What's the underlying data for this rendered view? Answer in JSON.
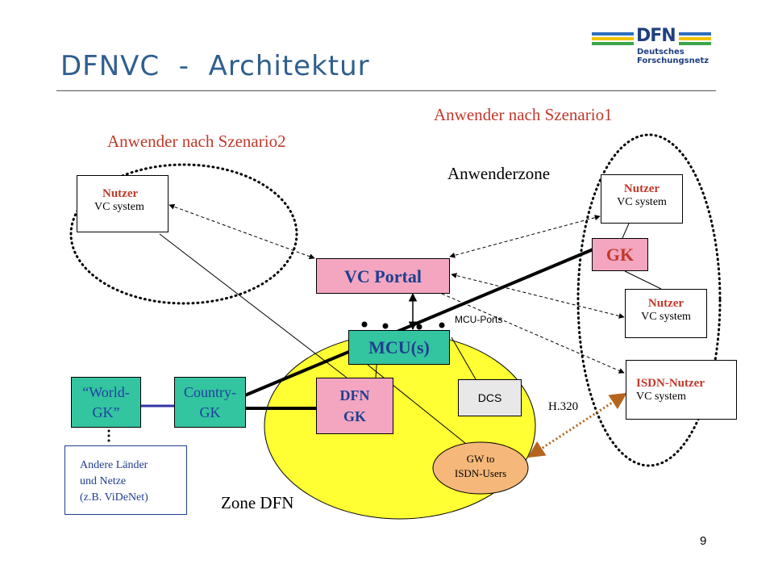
{
  "title": "DFNVC  -  Architektur",
  "logo": {
    "brand": "DFN",
    "line1": "Deutsches",
    "line2": "Forschungsnetz"
  },
  "labels": {
    "szenario1": "Anwender nach Szenario1",
    "szenario2": "Anwender nach Szenario2",
    "anwenderzone": "Anwenderzone",
    "zone_dfn": "Zone DFN",
    "mcu_ports": "MCU-Ports",
    "h320": "H.320"
  },
  "nodes": {
    "nutzer_left": {
      "title": "Nutzer",
      "subtitle": "VC system"
    },
    "nutzer_right_top": {
      "title": "Nutzer",
      "subtitle": "VC system"
    },
    "nutzer_right_mid": {
      "title": "Nutzer",
      "subtitle": "VC system"
    },
    "isdn_nutzer": {
      "title": "ISDN-Nutzer",
      "subtitle": "VC system"
    },
    "gk": "GK",
    "vc_portal": "VC Portal",
    "mcu": "MCU(s)",
    "dfn_gk": {
      "line1": "DFN",
      "line2": "GK"
    },
    "dcs": "DCS",
    "gw_isdn": {
      "line1": "GW to",
      "line2": "ISDN-Users"
    },
    "world_gk": {
      "line1": "“World-",
      "line2": "GK”"
    },
    "country_gk": {
      "line1": "Country-",
      "line2": "GK"
    },
    "andere": {
      "line1": "Andere Länder",
      "line2": "und Netze",
      "line3": "(z.B. ViDeNet)"
    }
  },
  "colors": {
    "accent_blue": "#2f5f8f",
    "red_text": "#c0392b",
    "yellow_zone": "#ffff33",
    "teal_box": "#33c4a0",
    "pink_box": "#f4a6c0",
    "gw_orange": "#f5b87a",
    "dotted_brown": "#b5651d"
  },
  "page_number": "9"
}
